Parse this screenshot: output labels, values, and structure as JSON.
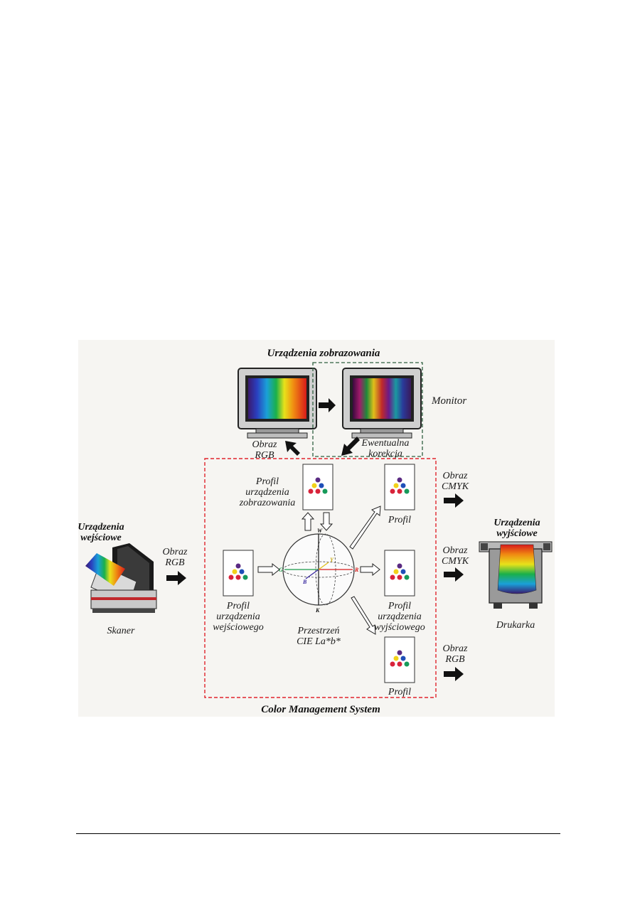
{
  "diagram": {
    "display_section_title": "Urządzenia zobrazowania",
    "monitor_label": "Monitor",
    "rgb_image": [
      "Obraz",
      "RGB"
    ],
    "correction": [
      "Ewentualna",
      "korekcja"
    ],
    "input_devices": [
      "Urządzenia",
      "wejściowe"
    ],
    "input_arrow_label": [
      "Obraz",
      "RGB"
    ],
    "scanner_label": "Skaner",
    "display_profile": [
      "Profil",
      "urządzenia",
      "zobrazowania"
    ],
    "input_profile": [
      "Profil",
      "urządzenia",
      "wejściowego"
    ],
    "output_profile": [
      "Profil",
      "urządzenia",
      "wyjściowego"
    ],
    "profile_top": "Profil",
    "profile_bottom": "Profil",
    "color_space": [
      "Przestrzeń",
      "CIE La*b*"
    ],
    "axes": {
      "W": "W",
      "K": "K",
      "G": "G",
      "R": "R",
      "B": "B",
      "Y": "Y"
    },
    "out_cmyk_1": [
      "Obraz",
      "CMYK"
    ],
    "out_cmyk_2": [
      "Obraz",
      "CMYK"
    ],
    "out_rgb": [
      "Obraz",
      "RGB"
    ],
    "output_devices": [
      "Urządzenia",
      "wyjściowe"
    ],
    "printer_label": "Drukarka",
    "cms_label": "Color Management System",
    "colors": {
      "cms_border": "#e0242c",
      "monitor_box_border": "#2f5f3f",
      "dot_yellow": "#f2d21a",
      "dot_purple": "#5a2a82",
      "dot_red": "#d8233a",
      "dot_blue": "#1f4fb8",
      "dot_green": "#179a5a"
    }
  }
}
